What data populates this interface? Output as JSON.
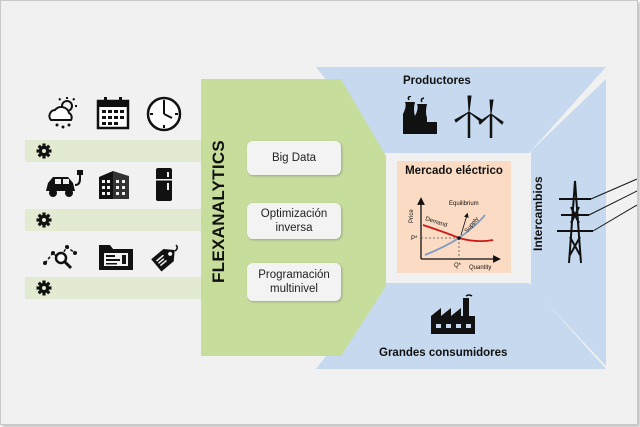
{
  "diagram": {
    "brand": "FLEXANALYTICS",
    "modules": [
      "Big Data",
      "Optimización inversa",
      "Programación multinivel"
    ],
    "market": {
      "title": "Mercado eléctrico",
      "chart_labels": {
        "ylabel": "Price",
        "xlabel": "Quantity",
        "demand": "Demand",
        "supply": "Supply",
        "equilibrium": "Equilibrium",
        "p_star": "P*",
        "q_star": "Q*"
      }
    },
    "stakeholders": {
      "top": "Productores",
      "right": "Intercambios",
      "bottom": "Grandes consumidores"
    },
    "input_rows": [
      {
        "icons": [
          "weather-icon",
          "calendar-icon",
          "clock-icon"
        ]
      },
      {
        "icons": [
          "electric-car-icon",
          "building-icon",
          "refrigerator-icon"
        ]
      },
      {
        "icons": [
          "analytics-icon",
          "folder-icon",
          "price-tag-icon"
        ]
      }
    ],
    "colors": {
      "green": "#c6dd9b",
      "green_light": "#e2ebd2",
      "blue": "#c6d9ee",
      "market": "#fbdbc3",
      "demand": "#cc1a1a",
      "supply": "#7f9cc0"
    }
  }
}
